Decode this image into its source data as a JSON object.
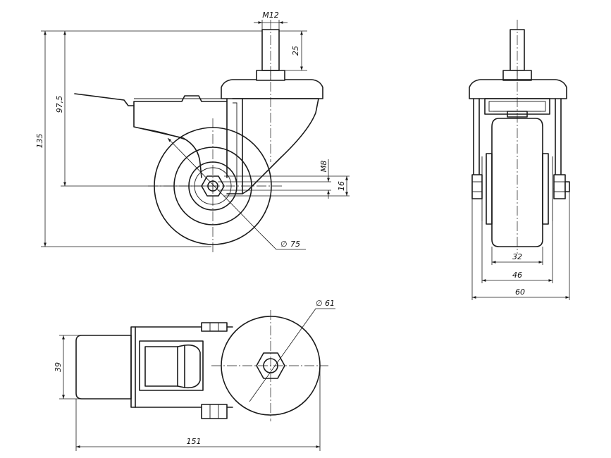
{
  "dimensions": {
    "thread_stem": "M12",
    "stem_length": "25",
    "total_height": "135",
    "axle_height": "97,5",
    "axle_thread": "M8",
    "axle_nut": "16",
    "wheel_diameter": "75",
    "wheel_width": "32",
    "tread_width": "46",
    "overall_width": "60",
    "hub_diameter": "61",
    "plan_width": "39",
    "overall_length": "151"
  },
  "symbols": {
    "diameter_sign": "∅"
  },
  "colors": {
    "line": "#1a1a1a",
    "background": "#ffffff"
  }
}
